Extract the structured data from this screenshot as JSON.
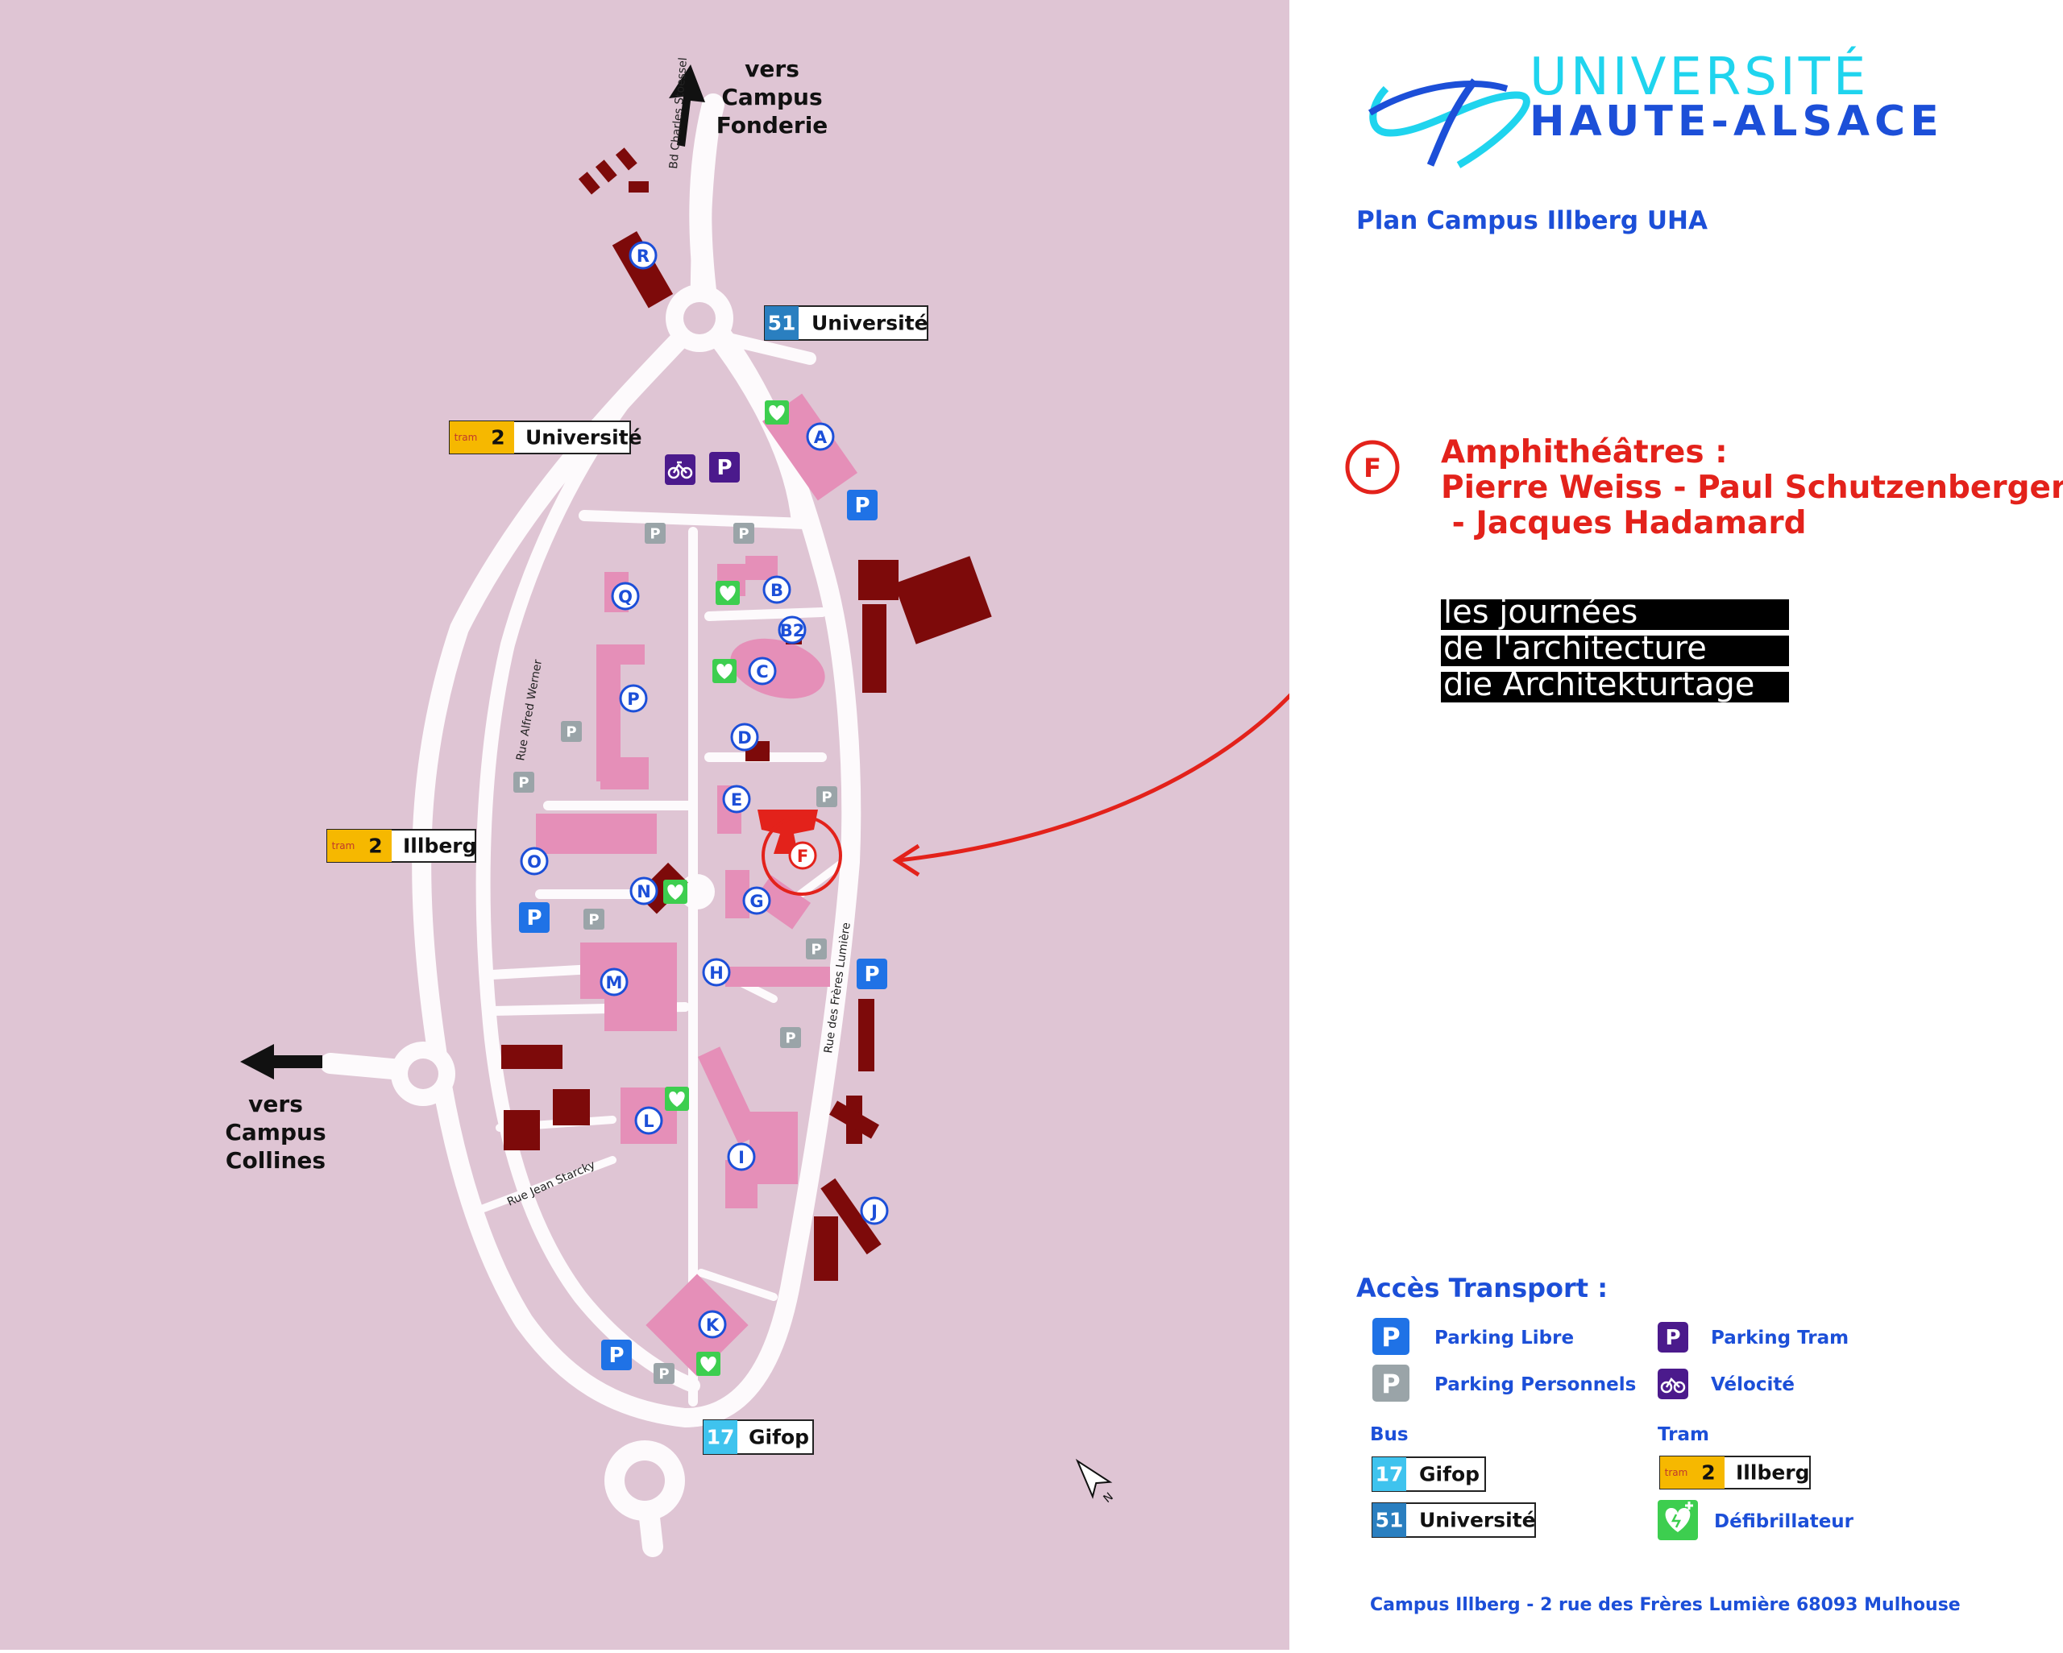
{
  "logo": {
    "line1": "UNIVERSITÉ",
    "line2": "HAUTE-ALSACE"
  },
  "plan_title": "Plan Campus Illberg UHA",
  "amphi": {
    "letter": "F",
    "line1": "Amphithéâtres :",
    "line2": "Pierre Weiss - Paul Schutzenberger",
    "line3": " - Jacques Hadamard"
  },
  "journees": [
    "les journées",
    "de l'architecture",
    "die Architekturtage"
  ],
  "directions": {
    "north": [
      "vers",
      "Campus",
      "Fonderie"
    ],
    "west": [
      "vers",
      "Campus",
      "Collines"
    ]
  },
  "streets": {
    "bd": "Bd Charles Stoessel",
    "werner": "Rue Alfred Werner",
    "starcky": "Rue Jean Starcky",
    "lumiere": "Rue des Frères Lumière"
  },
  "stops": {
    "bus51": {
      "num": "51",
      "name": "Université"
    },
    "tram_univ": {
      "word": "tram",
      "num": "2",
      "name": "Université"
    },
    "tram_illberg": {
      "word": "tram",
      "num": "2",
      "name": "Illberg"
    },
    "bus17": {
      "num": "17",
      "name": "Gifop"
    }
  },
  "building_labels": [
    "R",
    "A",
    "Q",
    "B",
    "B2",
    "C",
    "P",
    "D",
    "E",
    "F",
    "O",
    "N",
    "G",
    "M",
    "H",
    "L",
    "I",
    "J",
    "K"
  ],
  "symbols": {
    "parking": "P",
    "north": "N"
  },
  "legend": {
    "title": "Accès Transport :",
    "parking_libre": "Parking Libre",
    "parking_personnels": "Parking Personnels",
    "parking_tram": "Parking Tram",
    "velocite": "Vélocité",
    "bus_heading": "Bus",
    "tram_heading": "Tram",
    "bus17_num": "17",
    "bus17_name": "Gifop",
    "bus51_num": "51",
    "bus51_name": "Université",
    "tram_word": "tram",
    "tram_num": "2",
    "tram_name": "Illberg",
    "defib": "Défibrillateur"
  },
  "address": "Campus Illberg - 2 rue des Frères Lumière 68093 Mulhouse",
  "colors": {
    "map_bg": "#dfc5d4",
    "road": "#fdfafc",
    "building": "#e58fb8",
    "dark_building": "#7d0a0a",
    "label_blue": "#1c4fd8",
    "accent_red": "#e3221b",
    "parking_blue": "#1f72e6",
    "parking_grey": "#9aa4a8",
    "tram_purple": "#4b1a8c",
    "bus17": "#3fc3ee",
    "bus51": "#2a7fc0",
    "tram_yellow": "#f6b800",
    "defib_green": "#3dce4f",
    "logo_cyan": "#1fd4ee"
  }
}
